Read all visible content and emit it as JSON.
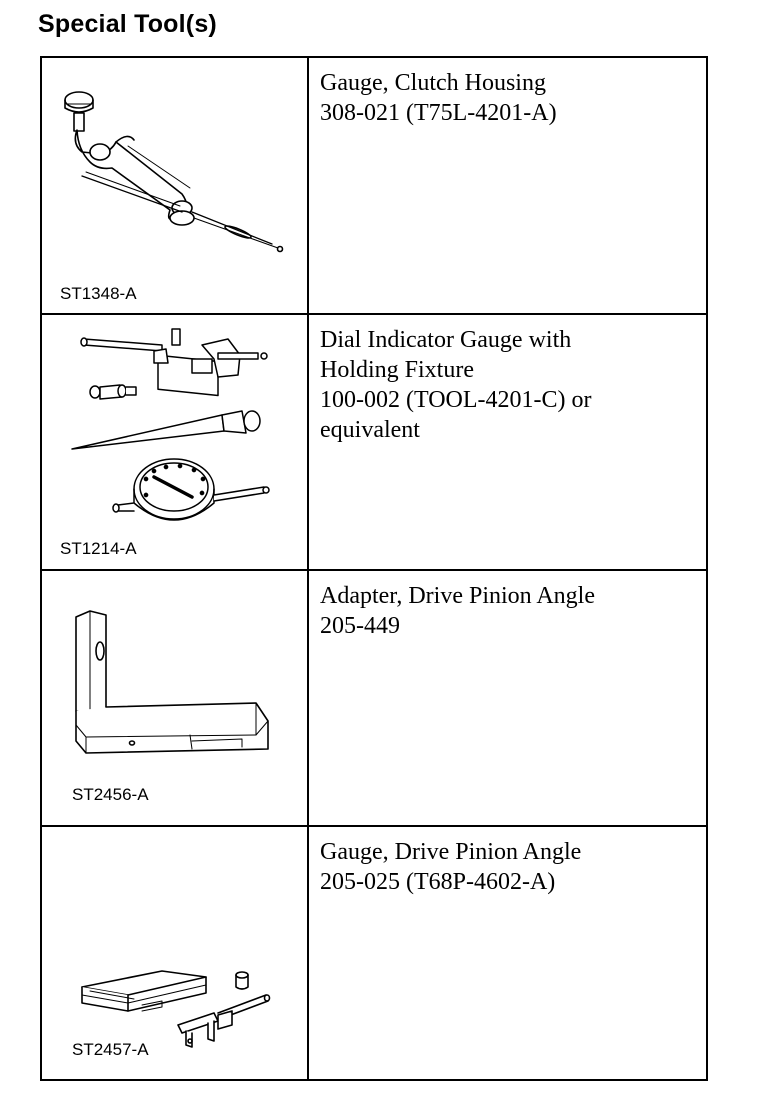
{
  "heading": "Special Tool(s)",
  "tools": [
    {
      "code": "ST1348-A",
      "icon": "clutch-housing-gauge-illustration",
      "lines": [
        "Gauge, Clutch Housing",
        "308-021 (T75L-4201-A)"
      ]
    },
    {
      "code": "ST1214-A",
      "icon": "dial-indicator-gauge-illustration",
      "lines": [
        "Dial Indicator Gauge with",
        "Holding Fixture",
        "100-002 (TOOL-4201-C) or",
        "equivalent"
      ]
    },
    {
      "code": "ST2456-A",
      "icon": "pinion-angle-adapter-illustration",
      "lines": [
        "Adapter, Drive Pinion Angle",
        "205-449"
      ]
    },
    {
      "code": "ST2457-A",
      "icon": "pinion-angle-gauge-illustration",
      "lines": [
        "Gauge, Drive Pinion Angle",
        "205-025 (T68P-4602-A)"
      ]
    }
  ]
}
